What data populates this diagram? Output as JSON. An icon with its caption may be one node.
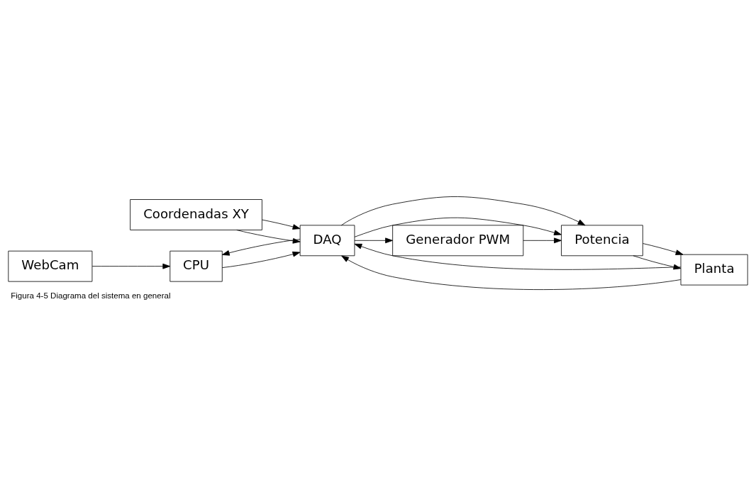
{
  "diagram": {
    "caption": "Figura 4-5 Diagrama del sistema en general",
    "nodes": [
      {
        "text": [
          "CPU"
        ]
      },
      {
        "text": [
          "Coordenadas XY"
        ]
      },
      {
        "text": [
          "DAQ"
        ]
      },
      {
        "text": [
          "WebCam"
        ]
      },
      {
        "text": [
          "Planta"
        ]
      },
      {
        "text": [
          "Potencia"
        ]
      },
      {
        "text": [
          "Generador PWM"
        ]
      }
    ],
    "edges": [
      {
        "from": 3,
        "to": 0,
        "arrow": "to"
      },
      {
        "from": 2,
        "to": 0,
        "arrow": "to"
      },
      {
        "from": 0,
        "to": 2,
        "arrow": "to"
      },
      {
        "from": 1,
        "to": 2,
        "arrow": "to"
      },
      {
        "from": 1,
        "to": 2,
        "arrow": "to"
      },
      {
        "from": 4,
        "to": 2,
        "arrow": "to"
      },
      {
        "from": 4,
        "to": 2,
        "arrow": "to"
      },
      {
        "from": 2,
        "to": 5,
        "arrow": "to"
      },
      {
        "from": 2,
        "to": 5,
        "arrow": "to"
      },
      {
        "from": 2,
        "to": 6,
        "arrow": "to"
      },
      {
        "from": 6,
        "to": 5,
        "arrow": "to"
      },
      {
        "from": 5,
        "to": 4,
        "arrow": "to"
      },
      {
        "from": 5,
        "to": 4,
        "arrow": "to"
      }
    ]
  }
}
